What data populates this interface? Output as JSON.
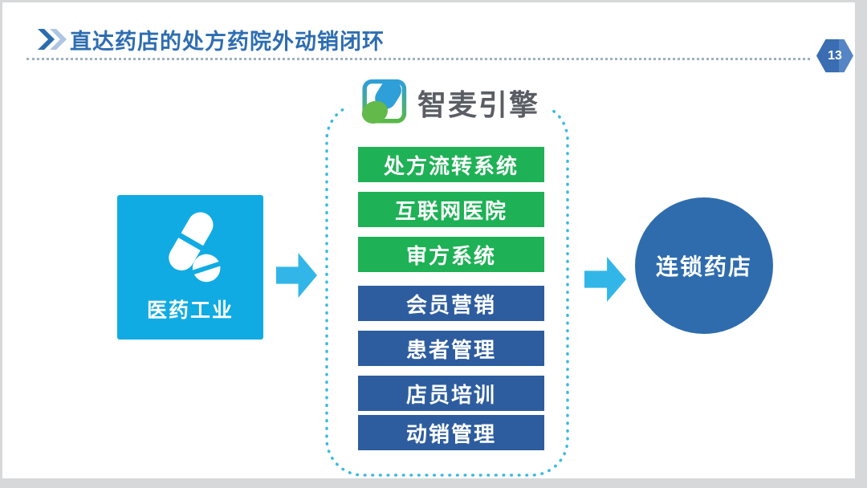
{
  "slide": {
    "title": "直达药店的处方药院外动销闭环",
    "page_number": "13"
  },
  "left_node": {
    "label": "医药工业"
  },
  "center_panel": {
    "logo_text": "智麦引擎",
    "green_items": [
      "处方流转系统",
      "互联网医院",
      "审方系统"
    ],
    "blue_items": [
      "会员营销",
      "患者管理",
      "店员培训",
      "动销管理"
    ]
  },
  "right_node": {
    "label": "连锁药店"
  },
  "icons": {
    "chevrons": "double-chevron-right-icon",
    "pills": "pills-icon",
    "logo_mark": "zhimai-engine-logo-icon"
  },
  "colors": {
    "title_blue": "#2d6db1",
    "chevron_dark": "#2b6cae",
    "chevron_light": "#aec6e2",
    "badge_blue": "#3a6db2",
    "cyan_box": "#10abe3",
    "arrow_cyan": "#32b6e8",
    "dashed_border": "#3cb8e3",
    "bar_green": "#1eb155",
    "bar_blue": "#2d5d9f",
    "circle_blue": "#2e6cae",
    "logo_gray": "#5a5e64"
  }
}
